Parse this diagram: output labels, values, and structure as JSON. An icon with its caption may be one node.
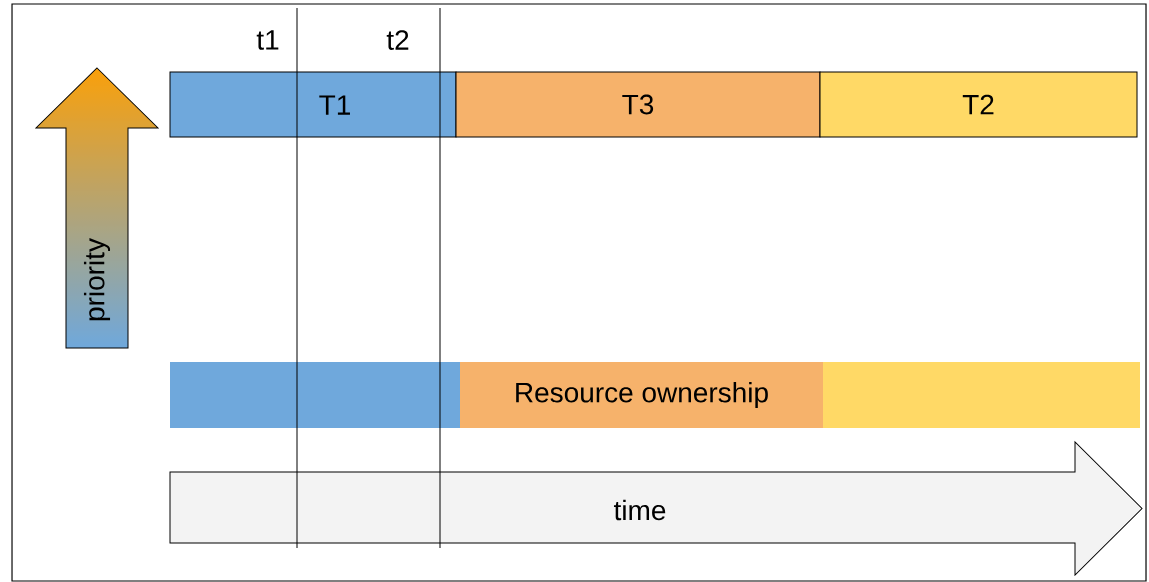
{
  "diagram": {
    "nodes": [
      {
        "text": [
          "priority"
        ]
      },
      {
        "text": [
          "T1"
        ]
      },
      {
        "text": [
          "T3"
        ]
      },
      {
        "text": [
          "T2"
        ]
      },
      {
        "text": [],
        "shape": "bar"
      },
      {
        "text": [
          "Resource ownership"
        ]
      },
      {
        "text": [],
        "shape": "bar"
      },
      {
        "text": [
          "time"
        ]
      }
    ],
    "labels": [
      "t1",
      "t2"
    ]
  }
}
